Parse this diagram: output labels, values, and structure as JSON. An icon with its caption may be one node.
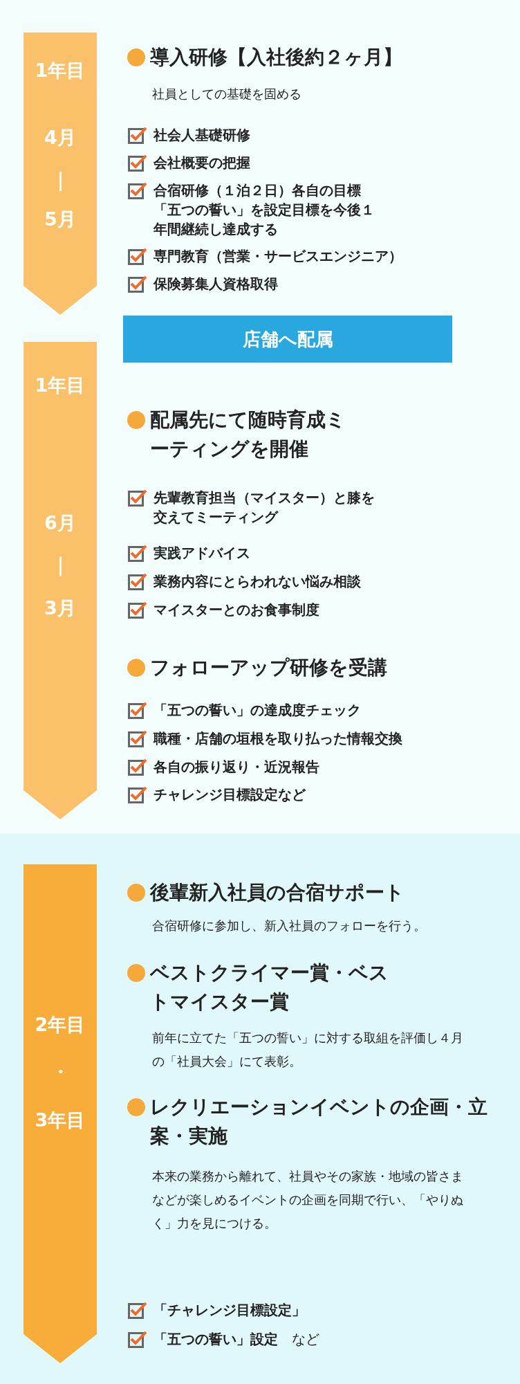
{
  "diagram": {
    "nodes": [
      {
        "text": [
          "1年目",
          "4月",
          "｜",
          "5月"
        ]
      },
      {
        "text": [
          "店舗へ配属"
        ]
      },
      {
        "text": [
          "1年目",
          "6月",
          "｜",
          "3月"
        ]
      },
      {
        "text": [
          "2年目",
          "・",
          "3年目"
        ]
      }
    ],
    "labels": [
      "導入研修【入社後約２ヶ月】",
      "社員としての基礎を固める",
      "社会人基礎研修",
      "会社概要の把握",
      "合宿研修（１泊２日）各自の目標「五つの誓い」を設定目標を今後１年間継続し達成する",
      "専門教育（営業・サービスエンジニア）",
      "保険募集人資格取得",
      "配属先にて随時育成ミーティングを開催",
      "先輩教育担当（マイスター）と膝を交えてミーティング",
      "実践アドバイス",
      "業務内容にとらわれない悩み相談",
      "マイスターとのお食事制度",
      "フォローアップ研修を受講",
      "「五つの誓い」の達成度チェック",
      "職種・店舗の垣根を取り払った情報交換",
      "各自の振り返り・近況報告",
      "チャレンジ目標設定など",
      "後輩新入社員の合宿サポート",
      "合宿研修に参加し、新入社員のフォローを行う。",
      "ベストクライマー賞・ベストマイスター賞",
      "前年に立てた「五つの誓い」に対する取組を評価し４月の「社員大会」にて表彰。",
      "レクリエーションイベントの企画・立案・実施",
      "本来の業務から離れて、社員やその家族・地域の皆さまなどが楽しめるイベントの企画を同期で行い、「やりぬく」力を見につける。",
      "「チャレンジ目標設定」",
      "**「五つの誓い」設定**　など"
    ]
  }
}
